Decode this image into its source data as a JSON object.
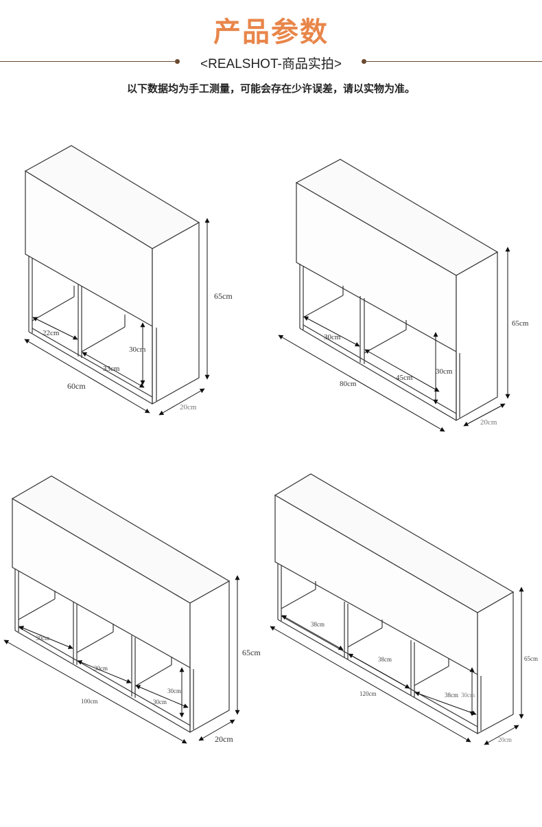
{
  "header": {
    "title": "产品参数",
    "subtitle": "<REALSHOT-商品实拍>",
    "note": "以下数据均为手工测量，可能会存在少许误差，请以实物为准。"
  },
  "colors": {
    "title": "#e8864a",
    "rule": "#6b4a2e",
    "text": "#222222",
    "line": "#333333"
  },
  "cabinets": [
    {
      "id": "cabinet-60",
      "height_label": "65cm",
      "width_label": "60cm",
      "depth_label": "20cm",
      "inner_labels": [
        "22cm",
        "33cm",
        "30cm"
      ]
    },
    {
      "id": "cabinet-80",
      "height_label": "65cm",
      "width_label": "80cm",
      "depth_label": "20cm",
      "inner_labels": [
        "30cm",
        "45cm",
        "30cm"
      ]
    },
    {
      "id": "cabinet-100",
      "height_label": "65cm",
      "width_label": "100cm",
      "depth_label": "20cm",
      "inner_labels": [
        "30cm",
        "30cm",
        "30cm",
        "30cm"
      ]
    },
    {
      "id": "cabinet-120",
      "height_label": "65cm",
      "width_label": "120cm",
      "depth_label": "20cm",
      "inner_labels": [
        "38cm",
        "38cm",
        "38cm",
        "30cm"
      ]
    }
  ]
}
